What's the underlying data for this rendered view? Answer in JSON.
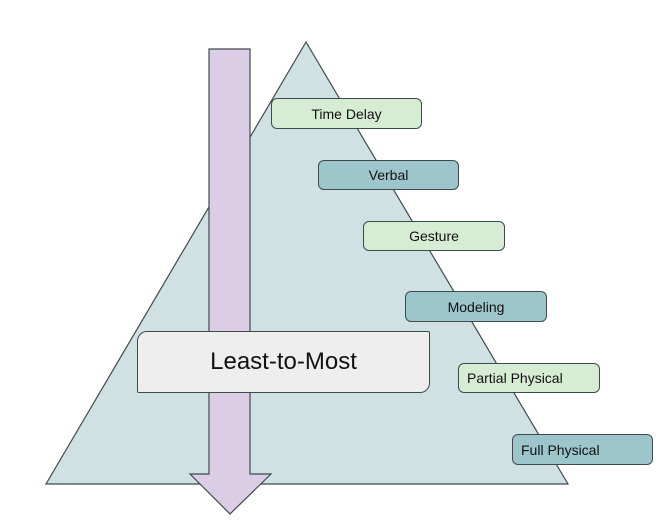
{
  "diagram": {
    "title": "Least-to-Most",
    "direction": "down",
    "levels": [
      {
        "label": "Time Delay",
        "style": "light"
      },
      {
        "label": "Verbal",
        "style": "teal"
      },
      {
        "label": "Gesture",
        "style": "light"
      },
      {
        "label": "Modeling",
        "style": "teal"
      },
      {
        "label": "Partial Physical",
        "style": "light"
      },
      {
        "label": "Full Physical",
        "style": "teal"
      }
    ],
    "colors": {
      "triangle": "#cfe1e3",
      "arrow": "#dbcde6",
      "light_box": "#d6ecd3",
      "teal_box": "#9cc6cc",
      "title_box": "#eeeeee"
    }
  }
}
